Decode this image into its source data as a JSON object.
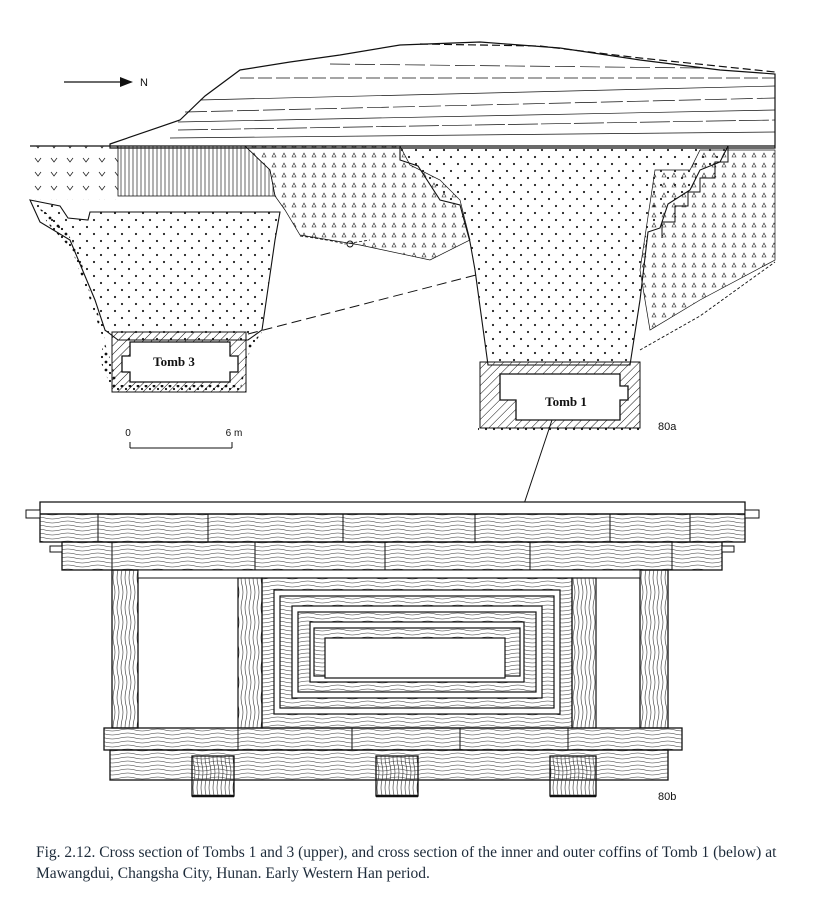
{
  "labels": {
    "north": "N",
    "tomb3": "Tomb 3",
    "tomb1": "Tomb 1",
    "scale_zero": "0",
    "scale_end": "6 m",
    "fig_a": "80a",
    "fig_b": "80b"
  },
  "caption": "Fig. 2.12. Cross section of Tombs 1 and 3 (upper), and cross section of the inner and outer coffins of Tomb 1 (below) at Mawangdui, Changsha City, Hunan. Early Western Han period."
}
